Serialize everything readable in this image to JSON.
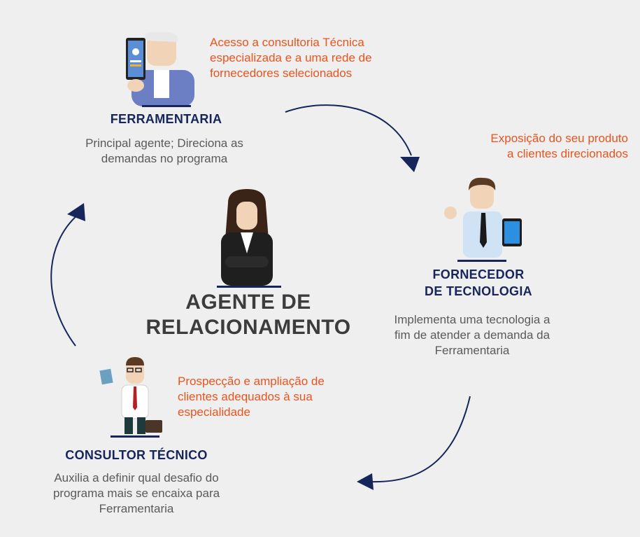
{
  "center": {
    "title_lines": [
      "AGENTE DE",
      "RELACIONAMENTO"
    ]
  },
  "ferramentaria": {
    "title": "FERRAMENTARIA",
    "description_lines": [
      "Principal agente; Direciona as",
      "demandas no programa"
    ],
    "benefit_lines": [
      "Acesso a consultoria Técnica",
      "especializada e a uma rede de",
      "fornecedores selecionados"
    ]
  },
  "fornecedor": {
    "title_lines": [
      "FORNECEDOR",
      "DE TECNOLOGIA"
    ],
    "description_lines": [
      "Implementa uma tecnologia a",
      "fim de atender a demanda da",
      "Ferramentaria"
    ],
    "benefit_lines": [
      "Exposição do seu produto",
      "a clientes direcionados"
    ]
  },
  "consultor": {
    "title": "CONSULTOR TÉCNICO",
    "description_lines": [
      "Auxilia a definir qual desafio do",
      "programa mais se encaixa para",
      "Ferramentaria"
    ],
    "benefit_lines": [
      "Prospecção e ampliação de",
      "clientes adequados à sua",
      "especialidade"
    ]
  },
  "colors": {
    "background": "#efefef",
    "accent_orange": "#e9541f",
    "navy": "#16255a",
    "text_gray": "#5a5a5a"
  },
  "icons": [
    "elderly-man-phone-icon",
    "businessman-tablet-icon",
    "businesswoman-icon",
    "consultant-briefcase-icon",
    "cycle-arrow-icon"
  ]
}
